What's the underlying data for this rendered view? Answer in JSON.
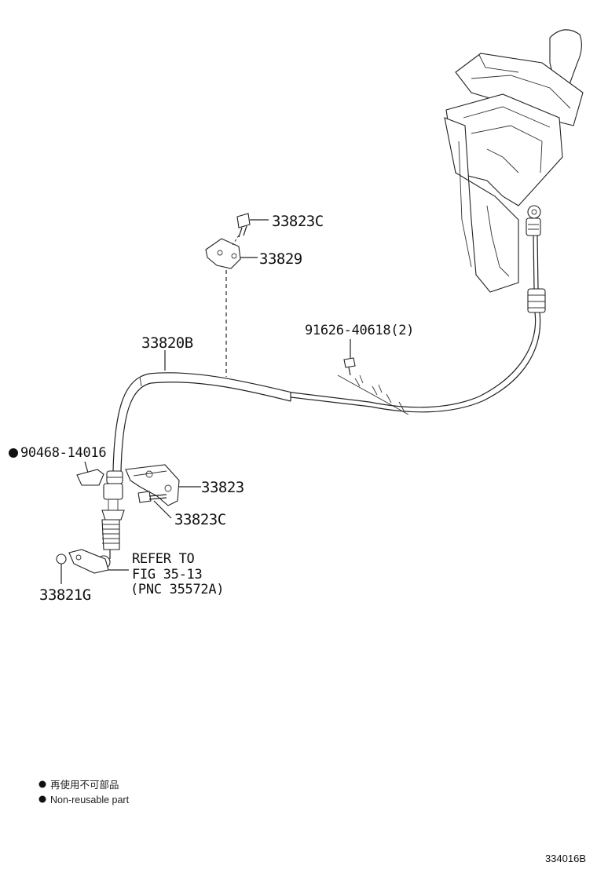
{
  "callouts": {
    "c33823C_top": "33823C",
    "c33829": "33829",
    "c33820B": "33820B",
    "c91626": "91626-40618(2)",
    "c90468": "90468-14016",
    "c33823": "33823",
    "c33823C_bot": "33823C",
    "c33821G": "33821G"
  },
  "refer": {
    "line1": "REFER TO",
    "line2": "FIG 35-13",
    "line3": "(PNC 35572A)"
  },
  "legend": {
    "jp": "再使用不可部品",
    "en": "Non-reusable part"
  },
  "figure_number": "334016B"
}
